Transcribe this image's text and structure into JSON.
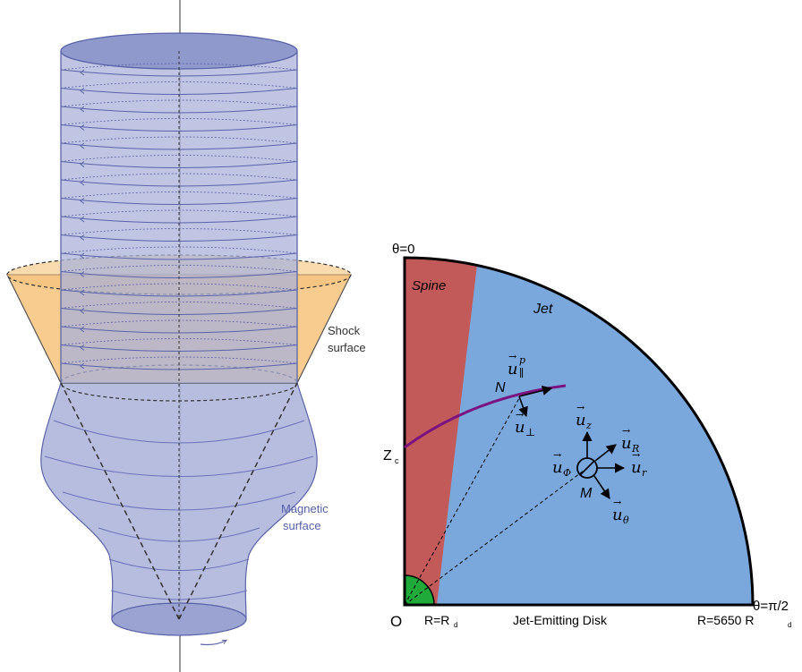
{
  "left_figure": {
    "shock_label_line1": "Shock",
    "shock_label_line2": "surface",
    "magnetic_label_line1": "Magnetic",
    "magnetic_label_line2": "surface"
  },
  "right_figure": {
    "theta_zero": "θ=0",
    "theta_half_pi": "θ=π/2",
    "spine_label": "Spine",
    "jet_label": "Jet",
    "z_label": "Z",
    "z_sub": "c",
    "origin_label": "O",
    "r_inner": "R=R",
    "r_inner_sub": "d",
    "disk_label": "Jet-Emitting Disk",
    "r_outer": "R=5650 R",
    "r_outer_sub": "d",
    "point_n": "N",
    "point_m": "M",
    "u_parallel_p": "u",
    "u_perp": "u",
    "u_z": "u",
    "u_R": "u",
    "u_r": "u",
    "u_phi": "u",
    "u_theta": "u",
    "sub_parallel": "∥",
    "sup_p": "p",
    "sub_perp": "⊥",
    "sub_z": "z",
    "sub_R": "R",
    "sub_r": "r",
    "sub_phi": "Φ",
    "sub_theta": "θ",
    "vec_arrow": "→"
  },
  "colors": {
    "cylinder_fill": "#aab2d9",
    "cylinder_stroke": "#5a64a8",
    "shock_fill": "#f7c27a",
    "spine": "#c25a5a",
    "jet": "#7aa8dc",
    "disk_inner": "#1faa3a",
    "streamline": "#7a1380"
  }
}
